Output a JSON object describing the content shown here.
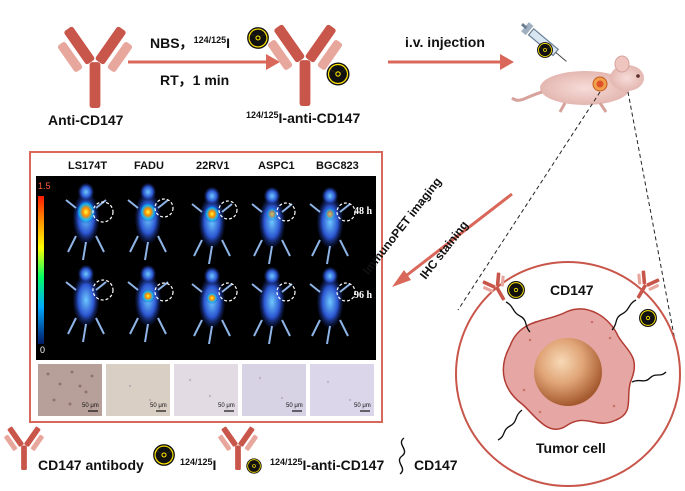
{
  "top": {
    "antibody_label": "Anti-CD147",
    "reaction_above": "NBS，",
    "isotope_sup": "124/125",
    "isotope_sym": "I",
    "reaction_below": "RT，1 min",
    "product_sup": "124/125",
    "product_label": "I-anti-CD147",
    "injection_label": "i.v. injection"
  },
  "imaging": {
    "columns": [
      "LS174T",
      "FADU",
      "22RV1",
      "ASPC1",
      "BGC823"
    ],
    "time_48": "48 h",
    "time_96": "96 h",
    "scale_max": "1.5",
    "scale_min": "0",
    "scalebar_label": "50 μm"
  },
  "arrow_labels": {
    "line1": "ImmunoPET imaging",
    "line2": "IHC staining"
  },
  "cell": {
    "title": "CD147",
    "caption": "Tumor cell"
  },
  "legend": {
    "antibody": "CD147 antibody",
    "isotope_sup": "124/125",
    "isotope_sym": "I",
    "labeled_sup": "124/125",
    "labeled": "I-anti-CD147",
    "receptor": "CD147"
  },
  "colors": {
    "arrow": "#d9685a",
    "antibody": "#c9564a",
    "antibody_light": "#e8a79d",
    "frame": "#d9685a",
    "radiation_yellow": "#ffe600"
  }
}
